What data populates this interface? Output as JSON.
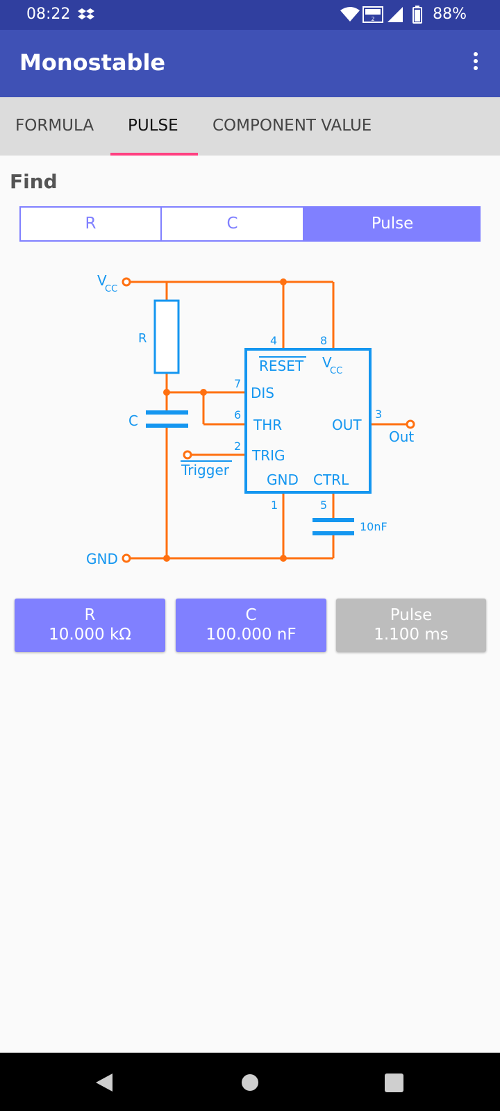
{
  "status": {
    "time": "08:22",
    "battery": "88%"
  },
  "app": {
    "title": "Monostable"
  },
  "tabs": [
    {
      "label": "FORMULA"
    },
    {
      "label": "PULSE"
    },
    {
      "label": "COMPONENT VALUE"
    }
  ],
  "find": {
    "label": "Find",
    "options": [
      {
        "label": "R"
      },
      {
        "label": "C"
      },
      {
        "label": "Pulse"
      }
    ],
    "selected": "Pulse"
  },
  "diagram": {
    "vcc_label": "V",
    "vcc_sub": "CC",
    "gnd_label": "GND",
    "r_label": "R",
    "c_label": "C",
    "trigger_label": "Trigger",
    "out_label": "Out",
    "cap_10nf": "10nF",
    "ic": {
      "reset": "RESET",
      "vcc": "V",
      "vcc_sub": "CC",
      "dis": "DIS",
      "thr": "THR",
      "trig": "TRIG",
      "gnd": "GND",
      "ctrl": "CTRL",
      "out": "OUT"
    },
    "pins": {
      "p4": "4",
      "p8": "8",
      "p7": "7",
      "p6": "6",
      "p2": "2",
      "p3": "3",
      "p1": "1",
      "p5": "5"
    },
    "colors": {
      "wire": "#ff7010",
      "component": "#1496f0"
    }
  },
  "results": [
    {
      "label": "R",
      "value": "10.000 kΩ",
      "color": "#8080ff"
    },
    {
      "label": "C",
      "value": "100.000 nF",
      "color": "#8080ff"
    },
    {
      "label": "Pulse",
      "value": "1.100 ms",
      "color": "#bdbdbd"
    }
  ]
}
